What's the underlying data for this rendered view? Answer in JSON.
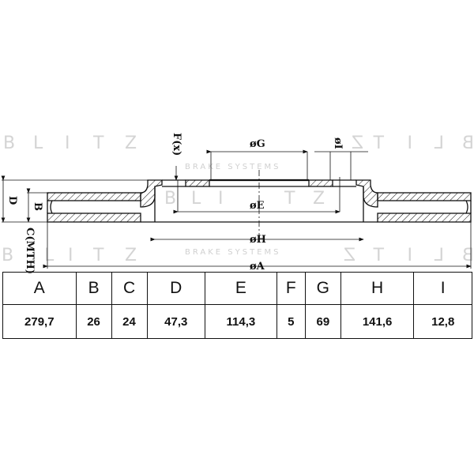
{
  "watermark": {
    "brand": "BLITZ",
    "tagline": "BRAKE SYSTEMS"
  },
  "drawing_labels": {
    "G": "øG",
    "I": "øI",
    "E": "øE",
    "H": "øH",
    "A": "øA",
    "D": "D",
    "B": "B",
    "C": "C(MTH)",
    "F": "F(x)"
  },
  "table": {
    "headers": [
      "A",
      "B",
      "C",
      "D",
      "E",
      "F",
      "G",
      "H",
      "I"
    ],
    "values": [
      "279,7",
      "26",
      "24",
      "47,3",
      "114,3",
      "5",
      "69",
      "141,6",
      "12,8"
    ]
  }
}
